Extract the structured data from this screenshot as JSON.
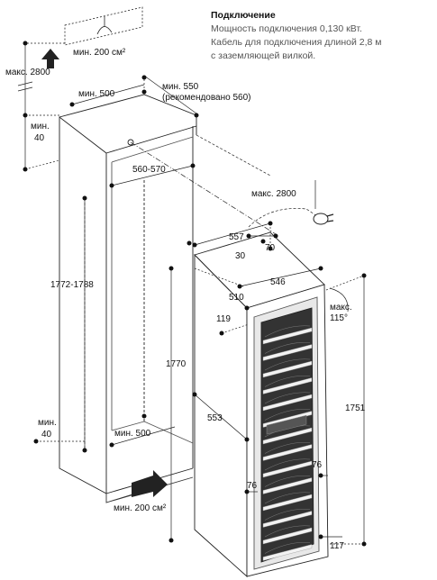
{
  "connection": {
    "heading": "Подключение",
    "lines": [
      "Мощность подключения 0,130 кВт.",
      "Кабель для подключения длиной 2,8 м",
      "с заземляющей вилкой."
    ]
  },
  "dimensions": {
    "vent_top": "мин. 200 см²",
    "max_cable_left": "макс. 2800",
    "min_500_top": "мин. 500",
    "min_550": "мин. 550",
    "recommended_560": "(рекомендовано 560)",
    "min_label_top": "мин.",
    "val_40_top": "40",
    "niche_width": "560-570",
    "niche_height": "1772-1788",
    "min_label_bottom": "мин.",
    "val_40_bottom": "40",
    "min_500_bottom": "мин. 500",
    "vent_bottom": "мин. 200 см²",
    "max_cable_right": "макс. 2800",
    "d557": "557",
    "d70": "70",
    "d30": "30",
    "d546": "546",
    "d510": "510",
    "d119": "119",
    "max_angle": "макс.",
    "angle_115": "115°",
    "d1770": "1770",
    "d553": "553",
    "d1751": "1751",
    "d76_right": "76",
    "d76_left": "76",
    "d117": "117"
  }
}
